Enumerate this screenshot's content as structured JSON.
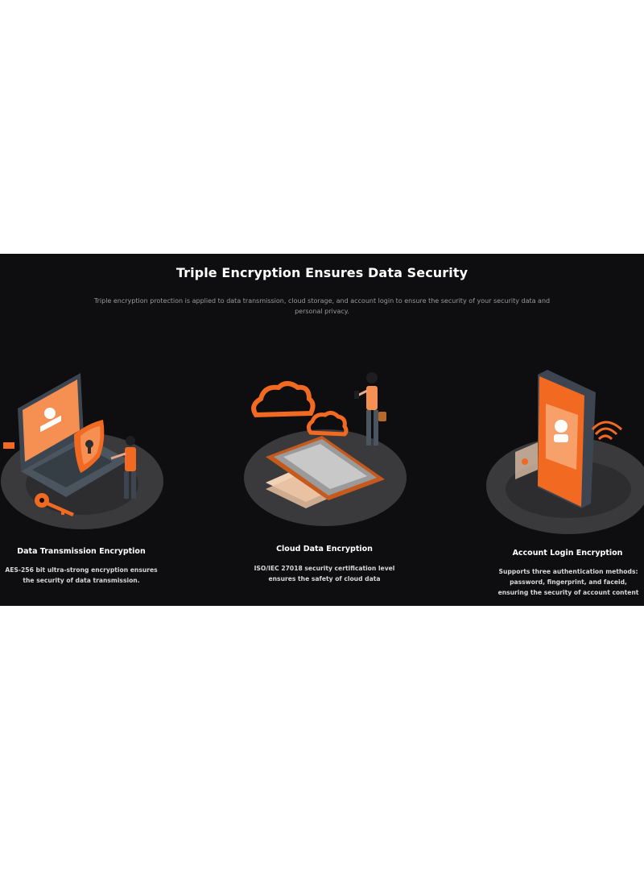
{
  "section": {
    "title": "Triple Encryption Ensures Data Security",
    "subtitle": "Triple encryption protection is applied to data transmission, cloud storage, and account login to ensure the security of your security data and personal privacy."
  },
  "features": [
    {
      "title": "Data Transmission Encryption",
      "description": "AES-256 bit ultra-strong encryption ensures the security of data transmission.",
      "illustration": "laptop-shield-key-icon"
    },
    {
      "title": "Cloud Data Encryption",
      "description": "ISO/IEC 27018 security certification level ensures the safety of cloud data",
      "illustration": "cloud-phone-icon"
    },
    {
      "title": "Account Login Encryption",
      "description": "Supports three authentication methods: password, fingerprint, and faceid, ensuring the security of account content",
      "illustration": "smartphone-profile-icon"
    }
  ],
  "colors": {
    "background": "#0e0e10",
    "accent": "#f26a21",
    "accent_light": "#f8a06a",
    "platform": "#3a3a3c",
    "device_dark": "#3d4650"
  }
}
